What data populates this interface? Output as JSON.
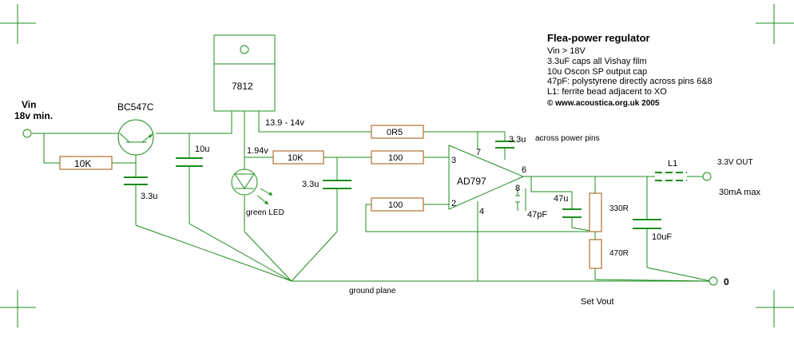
{
  "title": "Flea-power regulator",
  "notes": [
    "Vin > 18V",
    "3.3uF caps all Vishay film",
    "10u Oscon SP output cap",
    "47pF: polystyrene directly across pins 6&8",
    "L1: ferrite bead adjacent to XO"
  ],
  "copyright": "© www.acoustica.org.uk 2005",
  "input": {
    "label": "Vin",
    "sublabel": "18v min."
  },
  "transistor": "BC547C",
  "regulator": "7812",
  "opamp": "AD797",
  "resistors": {
    "r_10k_base": "10K",
    "r_0r5": "0R5",
    "r_10k_led": "10K",
    "r_100_in": "100",
    "r_100_fb": "100",
    "r_330": "330R",
    "r_470": "470R"
  },
  "capacitors": {
    "c_3u3_base": "3.3u",
    "c_10u_reg": "10u",
    "c_3u3_ref": "3.3u",
    "c_3u3_power": "3.3u",
    "c_47u": "47u",
    "c_47pf": "47pF",
    "c_10uf_out": "10uF"
  },
  "cap_power_note": "across power pins",
  "voltages": {
    "reg_out": "13.9 - 14v",
    "led_v": "1.94v"
  },
  "led": "green LED",
  "pins": {
    "p7": "7",
    "p3": "3",
    "p6": "6",
    "p8": "8",
    "p2": "2",
    "p4": "4"
  },
  "inductor": "L1",
  "output": {
    "label": "3.3V OUT",
    "current": "30mA max"
  },
  "ground_label": "ground plane",
  "zero_label": "0",
  "set_vout": "Set Vout"
}
